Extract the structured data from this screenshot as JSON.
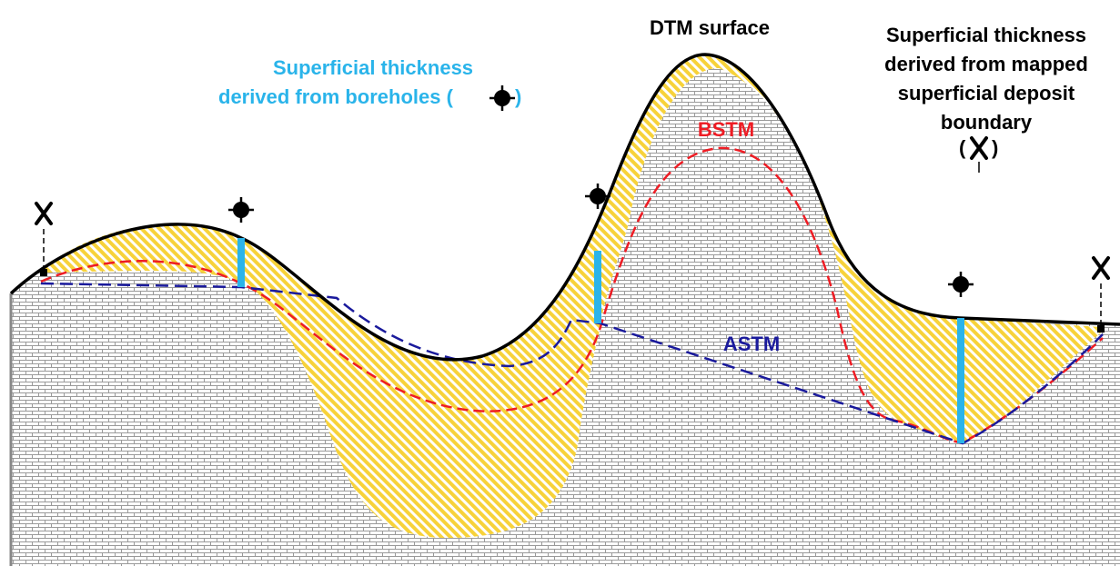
{
  "colors": {
    "dtm": "#000000",
    "bstm": "#ee1c24",
    "astm": "#1a1a9c",
    "borehole_thickness": "#2ab4ea",
    "superficial_fill": "#f7d23a",
    "bedrock_brick": "#9a9a9a"
  },
  "labels": {
    "borehole_line1": "Superficial thickness",
    "borehole_line2": "derived from boreholes (",
    "borehole_line2_close": ")",
    "dtm": "DTM surface",
    "mapped_line1": "Superficial thickness",
    "mapped_line2": "derived from mapped",
    "mapped_line3": "superficial deposit",
    "mapped_line4": "boundary",
    "mapped_symbol_open": "(",
    "mapped_symbol_close": ")",
    "bstm": "BSTM",
    "astm": "ASTM"
  },
  "icons": {
    "borehole": "borehole-crosshair-icon",
    "mapped_boundary": "x-mark-icon"
  }
}
